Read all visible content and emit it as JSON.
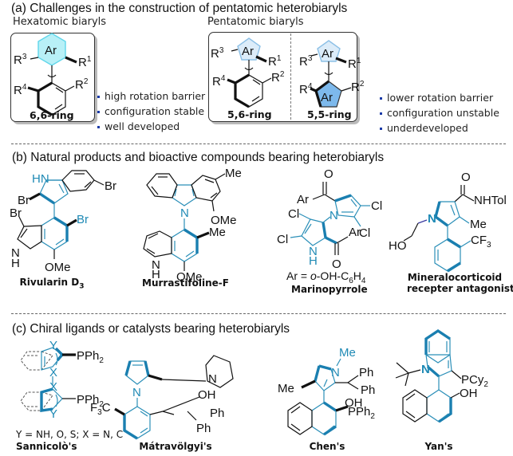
{
  "section_a": {
    "title": "(a) Challenges in the construction of pentatomic heterobiaryls",
    "hexatomic": {
      "subtitle": "Hexatomic biaryls",
      "ring_label": "6,6-ring",
      "ring_fill": "#b8f0f7",
      "bullets": [
        "high rotation barrier",
        "configuration stable",
        "well developed"
      ]
    },
    "pentatomic": {
      "subtitle": "Pentatomic biaryls",
      "ring_labels": [
        "5,6-ring",
        "5,5-ring"
      ],
      "light_fill": "#dcecf9",
      "dark_fill": "#7db9ec",
      "bullets": [
        "lower rotation barrier",
        "configuration unstable",
        "underdeveloped"
      ]
    },
    "atoms": {
      "ar": "Ar",
      "r1": "R",
      "r2": "R",
      "r3": "R",
      "r4": "R",
      "s1": "1",
      "s2": "2",
      "s3": "3",
      "s4": "4"
    }
  },
  "section_b": {
    "title": "(b) Natural products and bioactive compounds bearing heterobiaryls",
    "compounds": [
      {
        "name": "Rivularin D",
        "subscript": "3"
      },
      {
        "name": "Murrastifoline-F"
      },
      {
        "name": "Marinopyrrole",
        "note": "Ar = o-OH-C6H4"
      },
      {
        "name": "Mineralocorticoid",
        "name_line2": "recepter antagonist"
      }
    ]
  },
  "section_c": {
    "title": "(c) Chiral ligands or catalysts bearing heterobiaryls",
    "compounds": [
      {
        "name": "Sannicolò's",
        "note": "Y = NH, O, S; X = N, C"
      },
      {
        "name": "Mátravölgyi's"
      },
      {
        "name": "Chen's"
      },
      {
        "name": "Yan's"
      }
    ]
  },
  "colors": {
    "accent_blue": "#1a7fb0",
    "bullet_blue": "#1a3aa8"
  }
}
